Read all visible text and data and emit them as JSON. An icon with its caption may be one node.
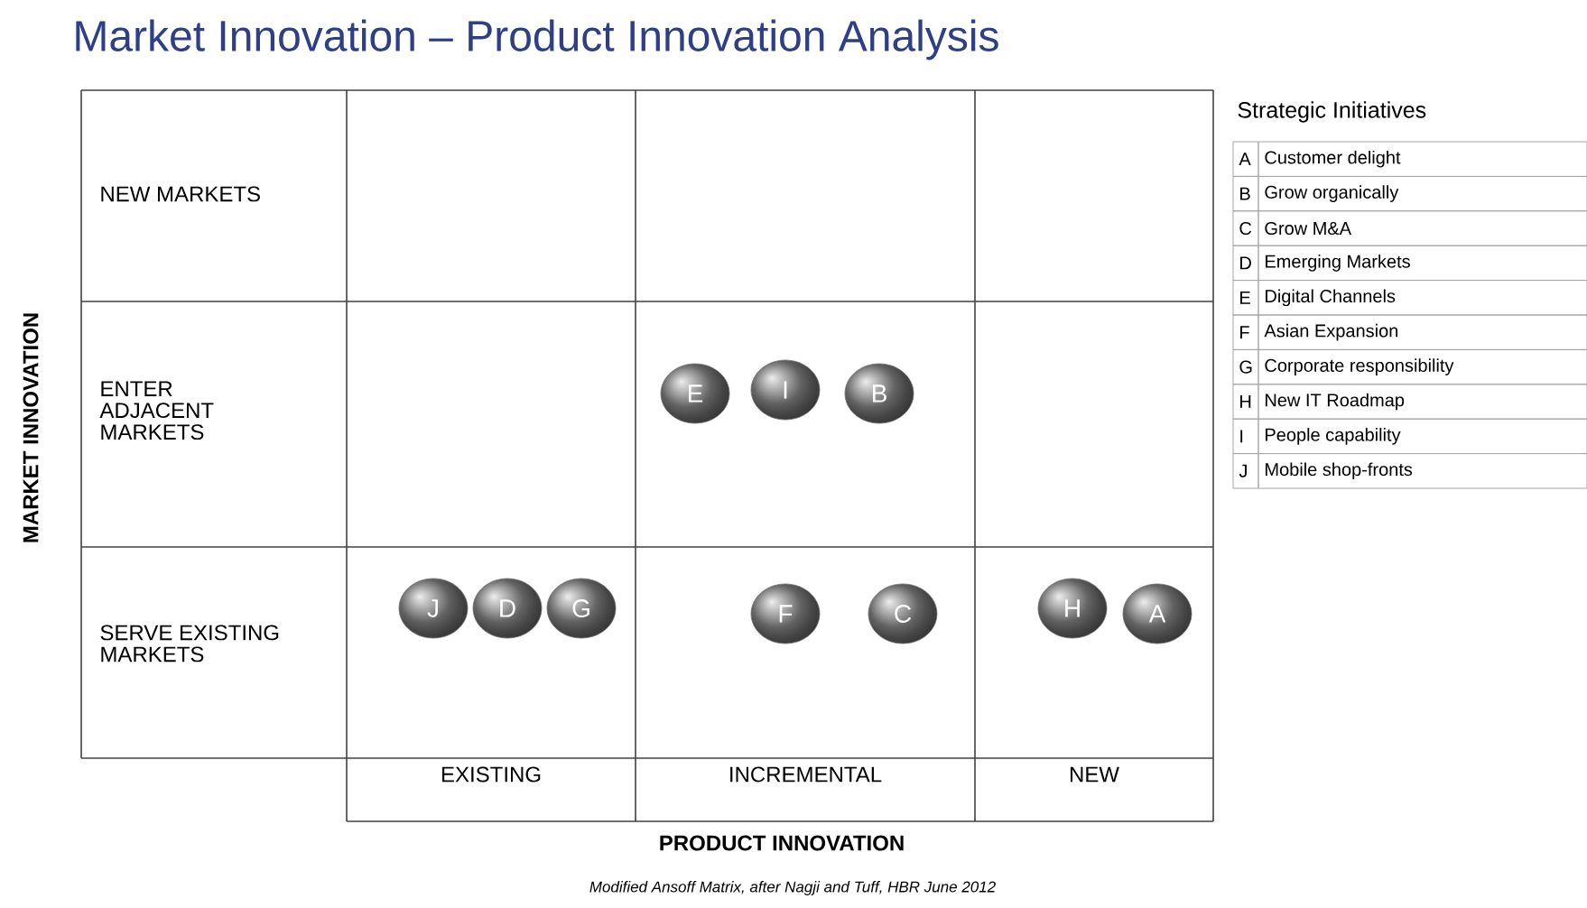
{
  "diagram": {
    "title": "Market Innovation – Product Innovation Analysis",
    "caption": "Modified Ansoff Matrix, after Nagji and Tuff, HBR June 2012",
    "nodes": [
      {
        "text": [
          "E"
        ]
      },
      {
        "text": [
          "I"
        ]
      },
      {
        "text": [
          "B"
        ]
      },
      {
        "text": [
          "J"
        ]
      },
      {
        "text": [
          "D"
        ]
      },
      {
        "text": [
          "G"
        ]
      },
      {
        "text": [
          "F"
        ]
      },
      {
        "text": [
          "C"
        ]
      },
      {
        "text": [
          "H"
        ]
      },
      {
        "text": [
          "A"
        ]
      }
    ],
    "edges": [],
    "labels": [
      "NEW MARKETS",
      "ENTER ADJACENT MARKETS",
      "SERVE EXISTING MARKETS",
      "MARKET INNOVATION",
      "Strategic Initiatives",
      "A",
      "Customer delight",
      "B",
      "Grow organically",
      "C",
      "Grow M&A",
      "D",
      "Emerging Markets",
      "E",
      "Digital Channels",
      "F",
      "Asian Expansion",
      "G",
      "Corporate responsibility",
      "H",
      "New IT Roadmap",
      "I",
      "People capability",
      "J",
      "Mobile shop-fronts",
      "EXISTING",
      "INCREMENTAL",
      "NEW",
      "PRODUCT INNOVATION"
    ]
  }
}
